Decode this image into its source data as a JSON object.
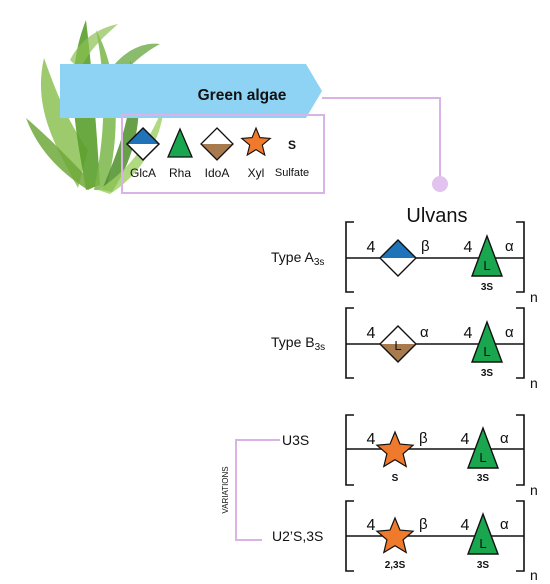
{
  "header": {
    "title": "Green algae"
  },
  "legend": {
    "items": [
      {
        "symbol": "half-diamond-blue",
        "label": "GlcA"
      },
      {
        "symbol": "triangle-green",
        "label": "Rha"
      },
      {
        "symbol": "half-diamond-brown",
        "label": "IdoA"
      },
      {
        "symbol": "star-orange",
        "label": "Xyl"
      },
      {
        "symbol": "S",
        "label": "Sulfate"
      }
    ]
  },
  "section_title": "Ulvans",
  "repeat_suffix": "n",
  "side_label": "VARIATIONS",
  "structures": [
    {
      "name": "Type A",
      "sub": "3s",
      "unit1": {
        "position": "4",
        "config": "β",
        "glyph": "",
        "subscript": ""
      },
      "unit2": {
        "position": "4",
        "config": "α",
        "glyph": "L",
        "subscript": "3S"
      }
    },
    {
      "name": "Type B",
      "sub": "3s",
      "unit1": {
        "position": "4",
        "config": "α",
        "glyph": "L",
        "subscript": ""
      },
      "unit2": {
        "position": "4",
        "config": "α",
        "glyph": "L",
        "subscript": "3S"
      }
    },
    {
      "name": "U3S",
      "sub": "",
      "unit1": {
        "position": "4",
        "config": "β",
        "glyph": "",
        "subscript": "S"
      },
      "unit2": {
        "position": "4",
        "config": "α",
        "glyph": "L",
        "subscript": "3S"
      }
    },
    {
      "name": "U2’S,3S",
      "sub": "",
      "unit1": {
        "position": "4",
        "config": "β",
        "glyph": "",
        "subscript": "2,3S"
      },
      "unit2": {
        "position": "4",
        "config": "α",
        "glyph": "L",
        "subscript": "3S"
      }
    }
  ],
  "colors": {
    "banner": "#8fd3f4",
    "frame": "#d9b3e6",
    "glcA_blue": "#1f73b8",
    "rha_green": "#1aa64f",
    "idoA_brown": "#a87b4e",
    "xyl_orange": "#f07a2c",
    "seaweed": "#6fb23a"
  }
}
